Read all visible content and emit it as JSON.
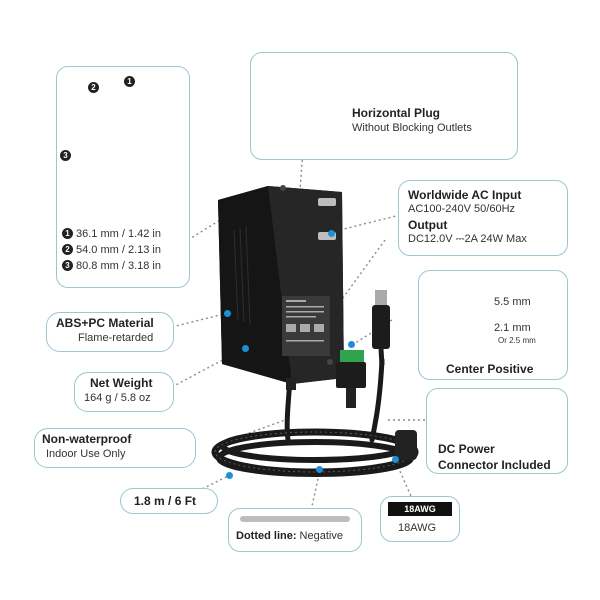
{
  "dimensions": {
    "callouts": [
      "1",
      "2",
      "3"
    ],
    "lines": [
      {
        "n": "1",
        "text": "36.1 mm / 1.42 in"
      },
      {
        "n": "2",
        "text": "54.0 mm / 2.13 in"
      },
      {
        "n": "3",
        "text": "80.8 mm / 3.18 in"
      }
    ]
  },
  "horizontal_plug": {
    "title": "Horizontal Plug",
    "subtitle": "Without Blocking Outlets"
  },
  "ac_input": {
    "title": "Worldwide AC Input",
    "input_value": "AC100-240V 50/60Hz",
    "output_title": "Output",
    "output_value": "DC12.0V ⎓2A 24W Max"
  },
  "material": {
    "title": "ABS+PC Material",
    "subtitle": "Flame-retarded"
  },
  "net_weight": {
    "title": "Net Weight",
    "value": "164 g / 5.8 oz"
  },
  "waterproof": {
    "title": "Non-waterproof",
    "subtitle": "Indoor Use Only"
  },
  "connector": {
    "outer": "5.5 mm",
    "inner": "2.1 mm",
    "inner_alt": "Or 2.5 mm",
    "polarity": "Center Positive"
  },
  "dc_power": {
    "title_line1": "DC Power",
    "title_line2": "Connector Included"
  },
  "cable_length": {
    "text": "1.8 m / 6 Ft"
  },
  "dotted_line": {
    "label_bold": "Dotted line:",
    "label_rest": " Negative"
  },
  "awg": {
    "badge": "18AWG",
    "text": "18AWG"
  },
  "colors": {
    "border": "#9cc7cf",
    "dot": "#1e8fd6",
    "dotted": "#888888"
  }
}
